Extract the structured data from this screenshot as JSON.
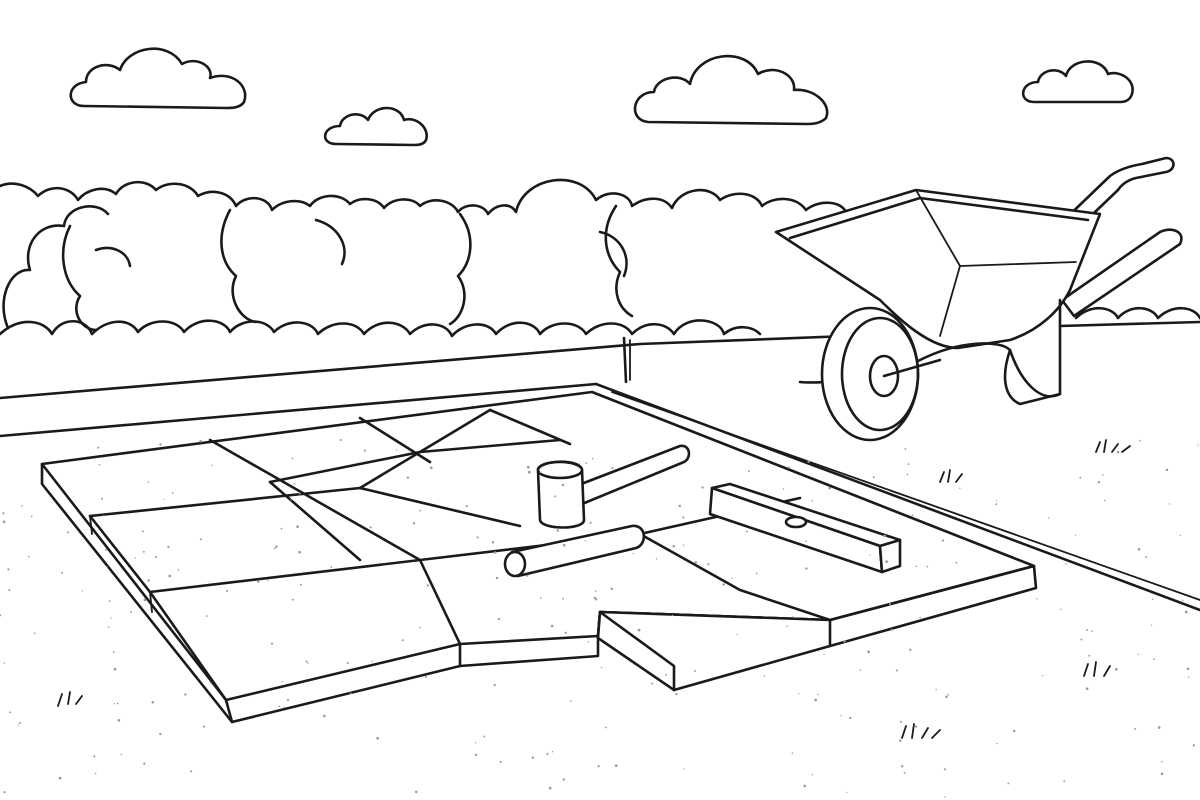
{
  "scene": {
    "style": "black-and-white line art coloring page",
    "ink_color": "#1a1a1a",
    "paper_color": "#ffffff"
  },
  "elements": {
    "clouds": 4,
    "paving_tiles_visible": 14,
    "tools": [
      "rubber-mallet",
      "spirit-level",
      "rolling-pin-shaped-handle"
    ],
    "wheelbarrow": true,
    "hedge": true,
    "grass_tufts": 5
  }
}
